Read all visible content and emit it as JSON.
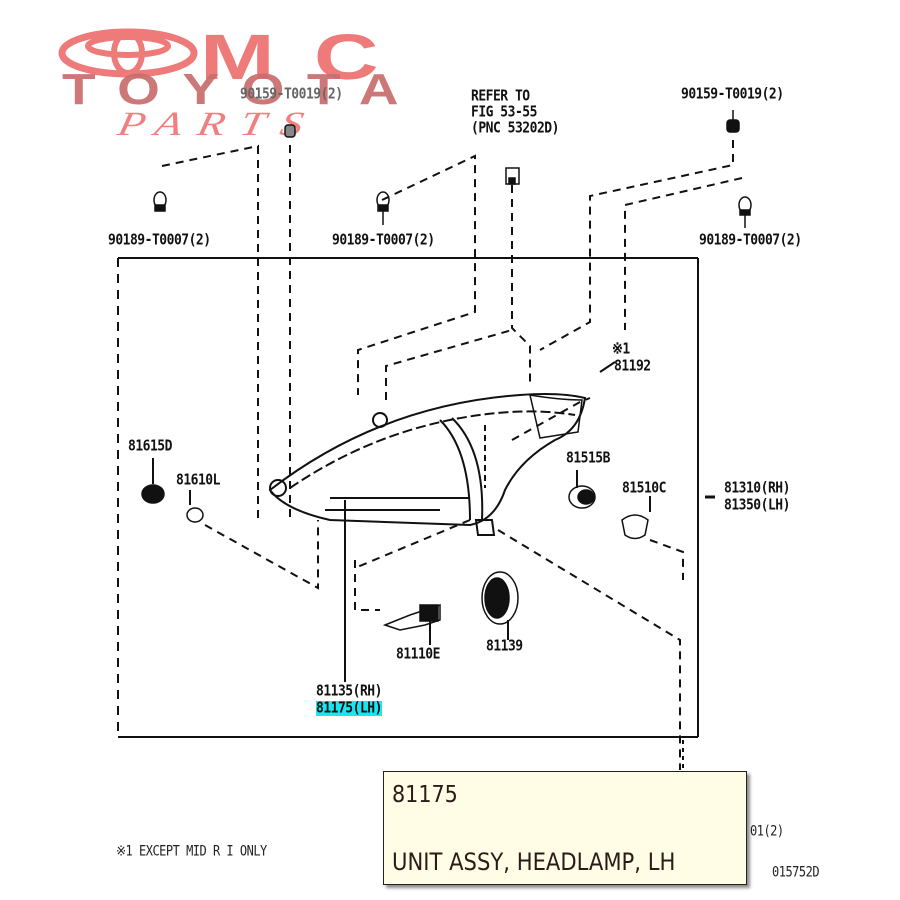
{
  "watermark": {
    "line1": "MC",
    "line2": "TOYOTA",
    "line3": "PARTS",
    "logo_icon": "toyota-emblem-icon",
    "colors": {
      "primary": "#ee7a7a",
      "secondary": "#c96d6d"
    }
  },
  "callouts": {
    "top_left_bolt": "90159-T0019(2)",
    "refer_to_line1": "REFER TO",
    "refer_to_line2": "FIG 53-55",
    "refer_to_line3": "(PNC 53202D)",
    "top_right_bolt": "90159-T0019(2)",
    "clip_left": "90189-T0007(2)",
    "clip_middle": "90189-T0007(2)",
    "clip_right": "90189-T0007(2)",
    "note_marker": "※1",
    "part_81192": "81192",
    "part_81615d": "81615D",
    "part_81610": "81610L",
    "part_81515b": "81515B",
    "part_81510c": "81510C",
    "part_81310_rh": "81310(RH)",
    "part_81350_lh": "81350(LH)",
    "part_81110e": "81110E",
    "part_81139": "81139",
    "part_81135_rh": "81135(RH)",
    "part_81175_lh": "81175(LH)",
    "partial_bottom_right": "01(2)",
    "footnote": "※1 EXCEPT MID R I ONLY",
    "figure_code": "015752D"
  },
  "highlight": {
    "part": "81175(LH)",
    "color": "#19e6f0"
  },
  "tooltip": {
    "part_number": "81175",
    "description": "UNIT ASSY, HEADLAMP, LH",
    "background": "#fffde6"
  }
}
